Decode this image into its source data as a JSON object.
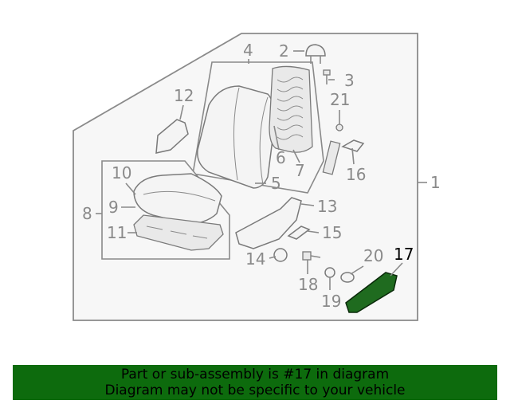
{
  "diagram": {
    "callouts": [
      "1",
      "2",
      "3",
      "4",
      "5",
      "6",
      "7",
      "8",
      "9",
      "10",
      "11",
      "12",
      "13",
      "14",
      "15",
      "16",
      "17",
      "18",
      "19",
      "20",
      "21"
    ],
    "highlighted_part": "17",
    "colors": {
      "highlight_fill": "#1f6b1f",
      "banner_background": "#0d6b0d",
      "line_art": "#8a8a8a"
    }
  },
  "banner": {
    "line1": "Part or sub-assembly is #17 in diagram",
    "line2": "Diagram may not be specific to your vehicle"
  }
}
